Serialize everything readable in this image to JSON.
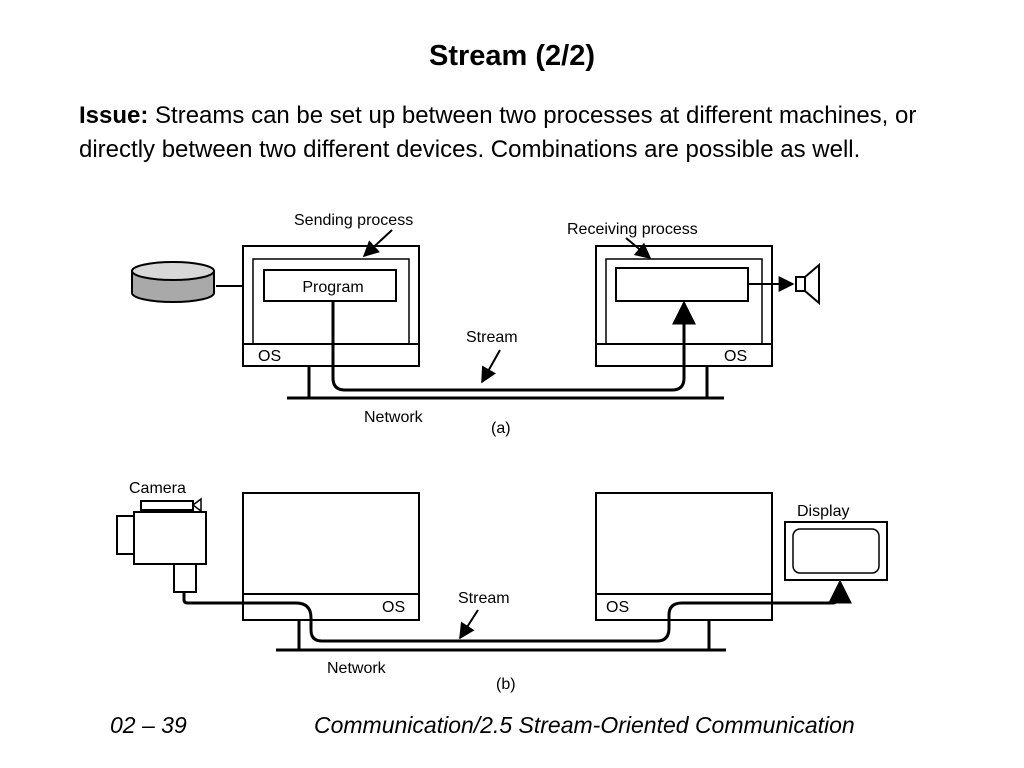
{
  "slide": {
    "title": "Stream (2/2)",
    "issue_lead": "Issue:",
    "issue_text": " Streams can be set up between two processes at different machines, or directly between two different devices. Combinations are possible as well."
  },
  "diagram_a": {
    "sending_process": "Sending process",
    "receiving_process": "Receiving process",
    "program": "Program",
    "os_left": "OS",
    "os_right": "OS",
    "stream": "Stream",
    "network": "Network",
    "caption": "(a)"
  },
  "diagram_b": {
    "camera": "Camera",
    "display": "Display",
    "os_left": "OS",
    "os_right": "OS",
    "stream": "Stream",
    "network": "Network",
    "caption": "(b)"
  },
  "footer": {
    "slide_number": "02 – 39",
    "section": "Communication/2.5 Stream-Oriented Communication"
  }
}
